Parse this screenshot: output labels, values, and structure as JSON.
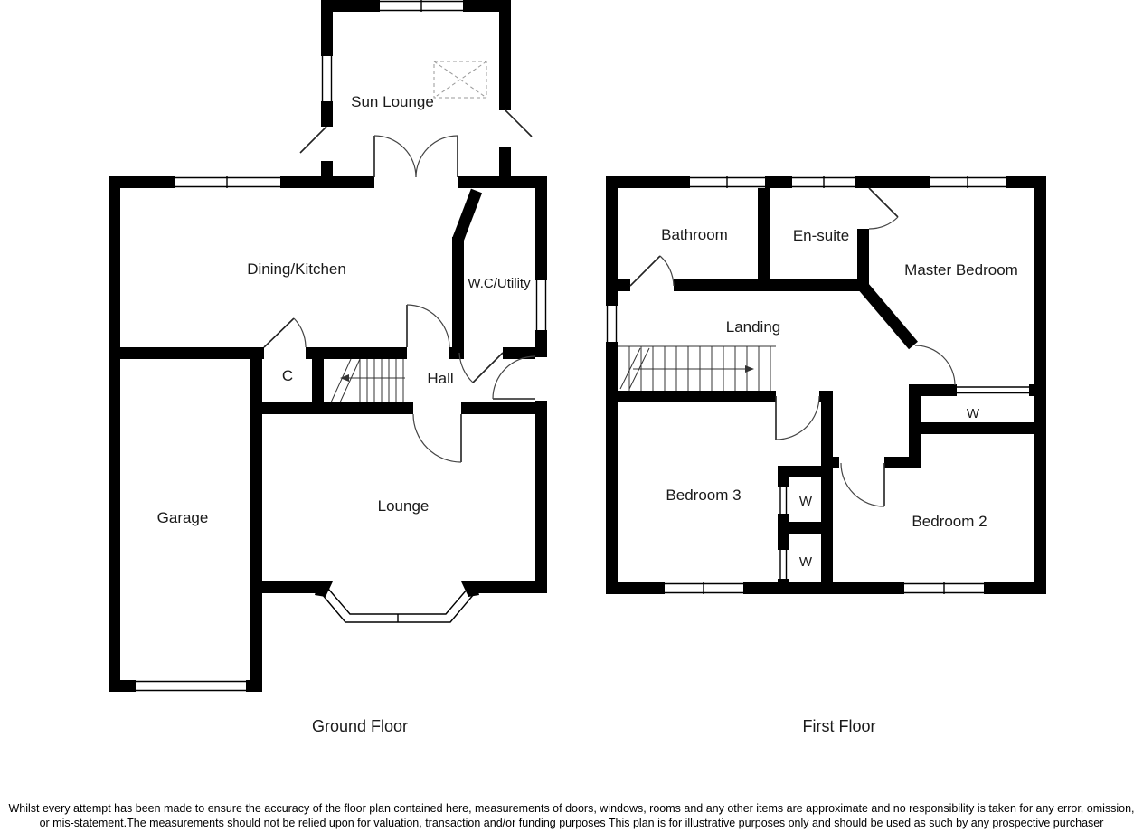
{
  "colors": {
    "wall": "#000000",
    "background": "#ffffff",
    "label_text": "#1a1a1a"
  },
  "floors": {
    "ground": {
      "title": "Ground Floor",
      "rooms": {
        "sun_lounge": "Sun Lounge",
        "dining_kitchen": "Dining/Kitchen",
        "wc_utility": "W.C/Utility",
        "cupboard": "C",
        "hall": "Hall",
        "garage": "Garage",
        "lounge": "Lounge"
      }
    },
    "first": {
      "title": "First Floor",
      "rooms": {
        "bathroom": "Bathroom",
        "ensuite": "En-suite",
        "master_bedroom": "Master Bedroom",
        "landing": "Landing",
        "bedroom3": "Bedroom 3",
        "bedroom2": "Bedroom 2",
        "wardrobe_master": "W",
        "wardrobe_top": "W",
        "wardrobe_bottom": "W"
      }
    }
  },
  "disclaimer": {
    "line1": "Whilst every attempt has been made to ensure the accuracy of the floor plan contained here, measurements of doors, windows, rooms and any other items are approximate and no responsibility is taken for any error, omission,",
    "line2": "or mis-statement.The measurements should not be relied upon for valuation, transaction and/or funding purposes This plan is for illustrative purposes only and should be used as such by any prospective purchaser"
  }
}
